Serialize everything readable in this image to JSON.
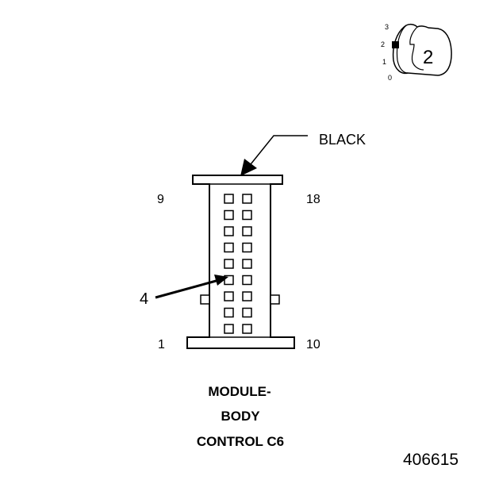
{
  "wire_color_label": "BLACK",
  "callout_label": "4",
  "pin_labels": {
    "top_left": "9",
    "top_right": "18",
    "bottom_left": "1",
    "bottom_right": "10"
  },
  "ignition_switch": {
    "positions": [
      "3",
      "2",
      "1",
      "0"
    ],
    "key_position": "2"
  },
  "title_lines": [
    "MODULE-",
    "BODY",
    "CONTROL C6"
  ],
  "figure_number": "406615",
  "colors": {
    "ink": "#000000",
    "background": "#ffffff"
  }
}
